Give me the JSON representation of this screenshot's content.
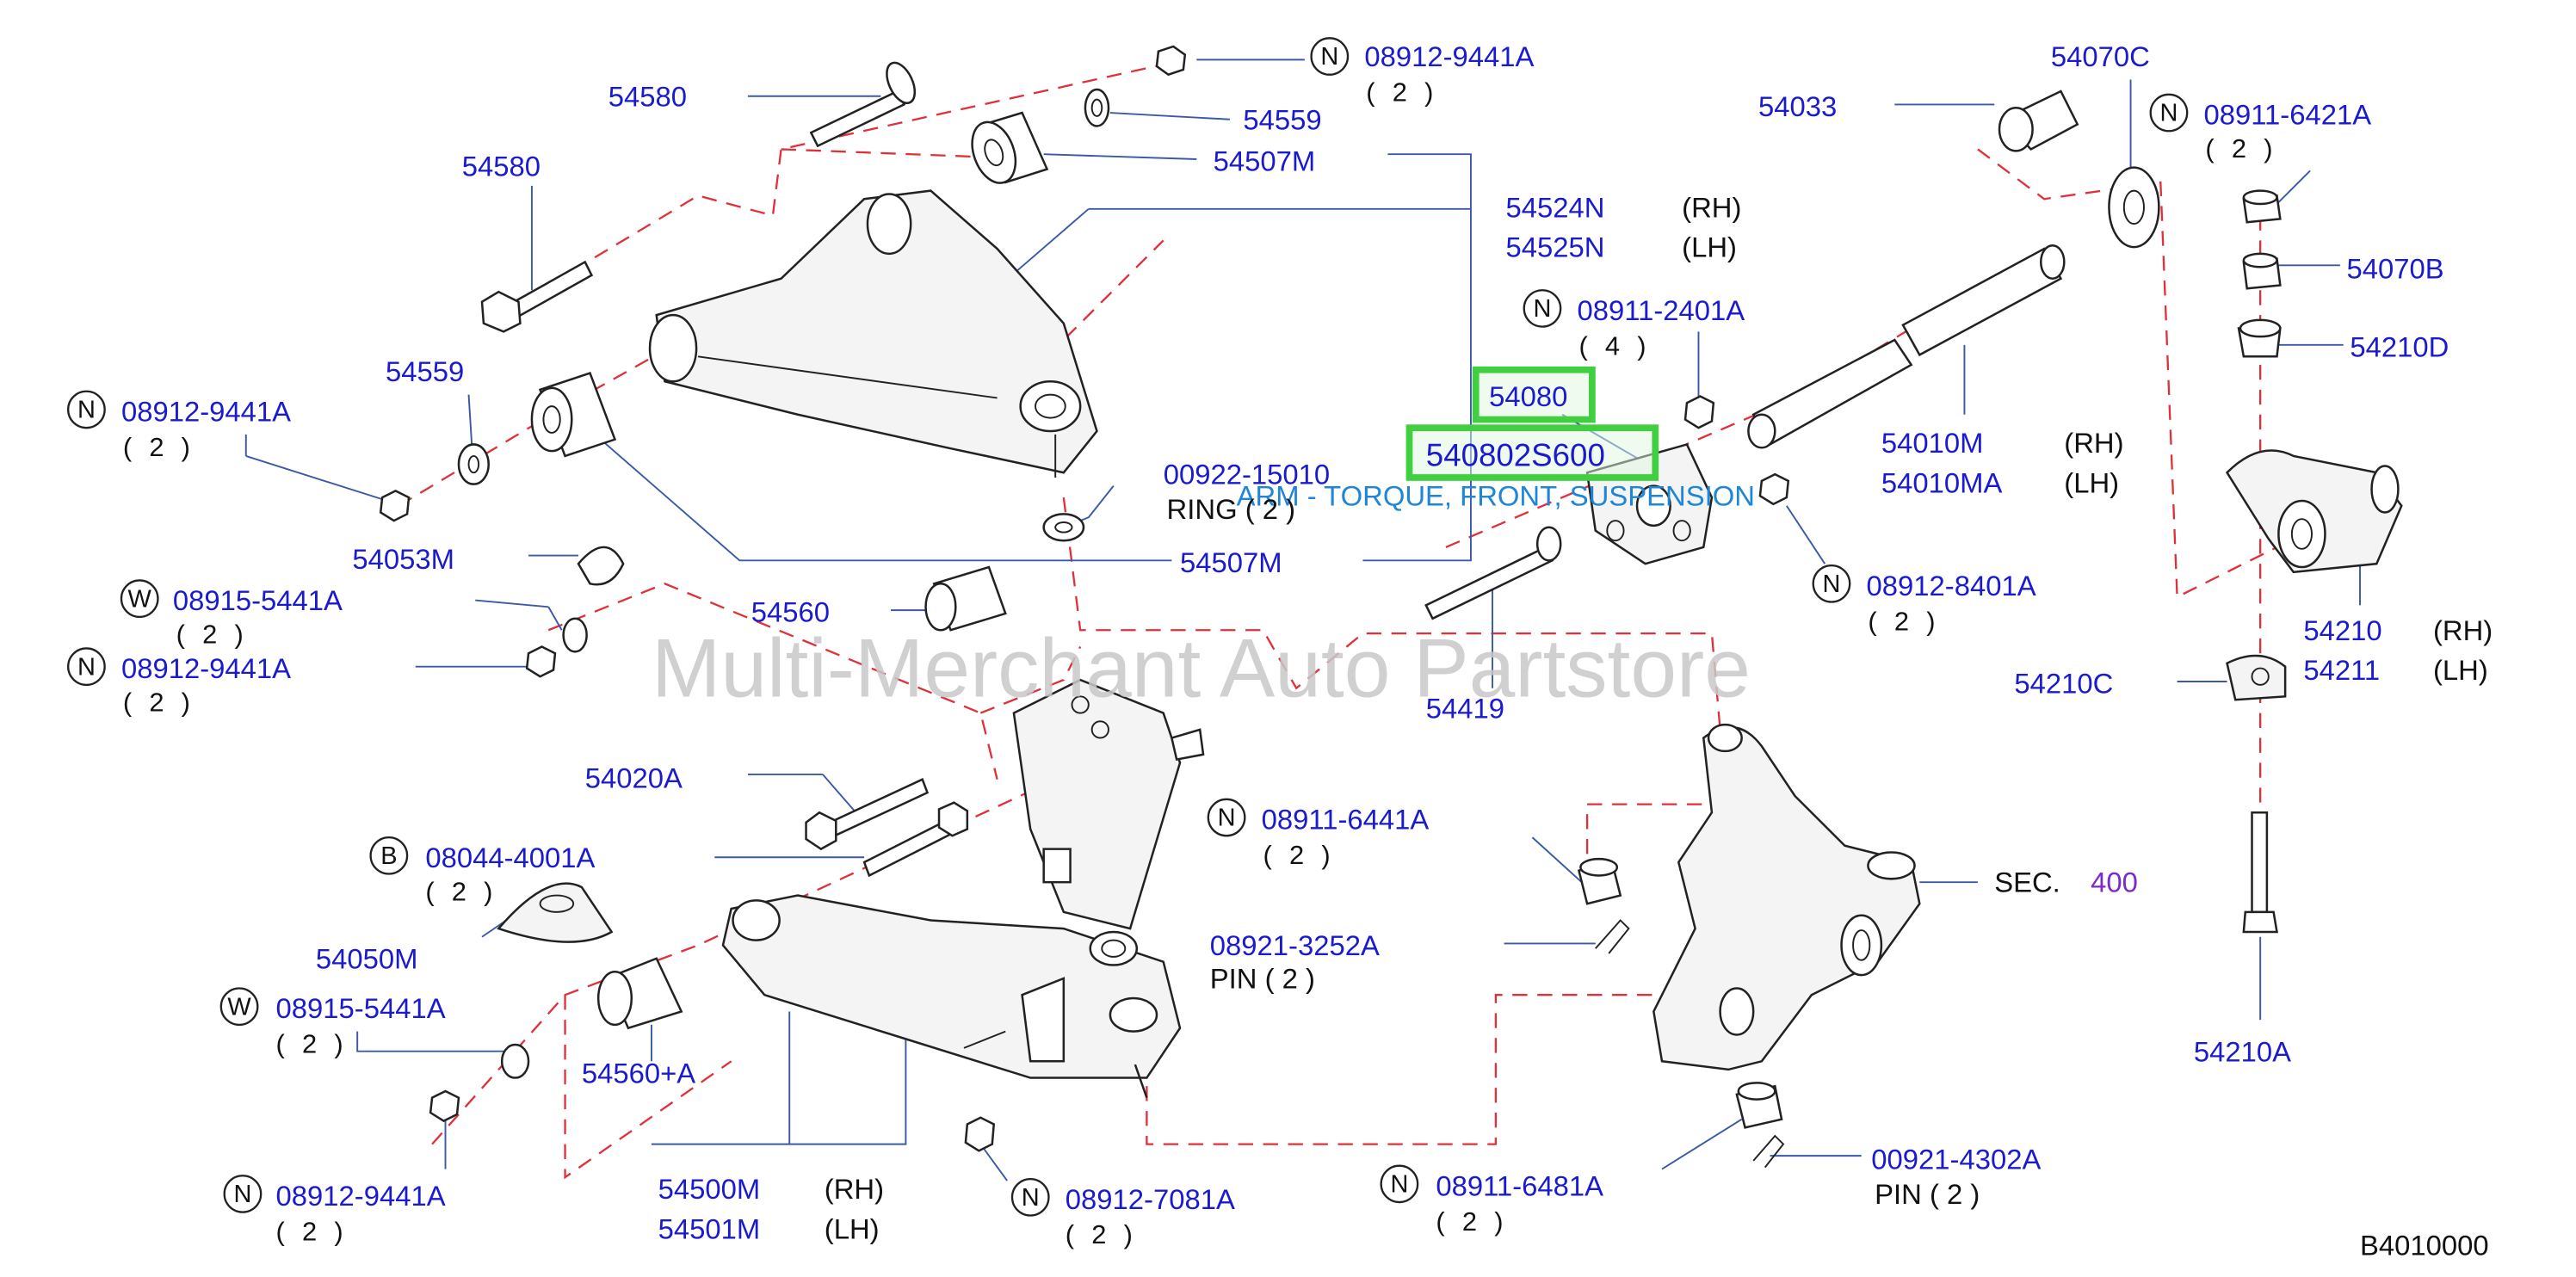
{
  "watermark": "Multi-Merchant Auto Partstore",
  "diagram_code": "B4010000",
  "highlight": {
    "part": "54080",
    "full_part": "540802S600",
    "description": "ARM - TORQUE, FRONT, SUSPENSION"
  },
  "callouts": [
    {
      "id": "c1",
      "prefix": "N",
      "part": "08912-9441A",
      "qty": "( 2 )"
    },
    {
      "id": "c2",
      "part": "54580"
    },
    {
      "id": "c3",
      "part": "54559"
    },
    {
      "id": "c4",
      "part": "54507M"
    },
    {
      "id": "c5",
      "part": "54580"
    },
    {
      "id": "c6",
      "part": "54524N",
      "side": "(RH)"
    },
    {
      "id": "c7",
      "part": "54525N",
      "side": "(LH)"
    },
    {
      "id": "c8",
      "part": "54559"
    },
    {
      "id": "c9",
      "prefix": "N",
      "part": "08912-9441A",
      "qty": "( 2 )"
    },
    {
      "id": "c10",
      "part": "00922-15010",
      "extra": "RING ( 2 )"
    },
    {
      "id": "c11",
      "part": "54053M"
    },
    {
      "id": "c12",
      "part": "54507M"
    },
    {
      "id": "c13",
      "prefix": "W",
      "part": "08915-5441A",
      "qty": "( 2 )"
    },
    {
      "id": "c14",
      "prefix": "N",
      "part": "08912-9441A",
      "qty": "( 2 )"
    },
    {
      "id": "c15",
      "part": "54560"
    },
    {
      "id": "c16",
      "part": "54020A"
    },
    {
      "id": "c17",
      "prefix": "B",
      "part": "08044-4001A",
      "qty": "( 2 )"
    },
    {
      "id": "c18",
      "part": "54050M"
    },
    {
      "id": "c19",
      "prefix": "W",
      "part": "08915-5441A",
      "qty": "( 2 )"
    },
    {
      "id": "c20",
      "part": "54560+A"
    },
    {
      "id": "c21",
      "prefix": "N",
      "part": "08912-9441A",
      "qty": "( 2 )"
    },
    {
      "id": "c22",
      "part": "54500M",
      "side": "(RH)"
    },
    {
      "id": "c23",
      "part": "54501M",
      "side": "(LH)"
    },
    {
      "id": "c24",
      "prefix": "N",
      "part": "08912-7081A",
      "qty": "( 2 )"
    },
    {
      "id": "c25",
      "prefix": "N",
      "part": "08911-6441A",
      "qty": "( 2 )"
    },
    {
      "id": "c26",
      "part": "08921-3252A",
      "extra": "PIN ( 2 )"
    },
    {
      "id": "c27",
      "prefix": "N",
      "part": "08911-6481A",
      "qty": "( 2 )"
    },
    {
      "id": "c28",
      "part": "00921-4302A",
      "extra": "PIN ( 2 )"
    },
    {
      "id": "c29",
      "part": "54419"
    },
    {
      "id": "c30",
      "prefix": "N",
      "part": "08911-2401A",
      "qty": "( 4 )"
    },
    {
      "id": "c31",
      "prefix": "N",
      "part": "08912-8401A",
      "qty": "( 2 )"
    },
    {
      "id": "c32",
      "part": "54033"
    },
    {
      "id": "c33",
      "part": "54070C"
    },
    {
      "id": "c34",
      "prefix": "N",
      "part": "08911-6421A",
      "qty": "( 2 )"
    },
    {
      "id": "c35",
      "part": "54070B"
    },
    {
      "id": "c36",
      "part": "54210D"
    },
    {
      "id": "c37",
      "part": "54010M",
      "side": "(RH)"
    },
    {
      "id": "c38",
      "part": "54010MA",
      "side": "(LH)"
    },
    {
      "id": "c39",
      "part": "54210",
      "side": "(RH)"
    },
    {
      "id": "c40",
      "part": "54211",
      "side": "(LH)"
    },
    {
      "id": "c41",
      "part": "54210C"
    },
    {
      "id": "c42",
      "part": "54210A"
    },
    {
      "id": "c43",
      "part": "SEC.",
      "extra": "400"
    }
  ]
}
